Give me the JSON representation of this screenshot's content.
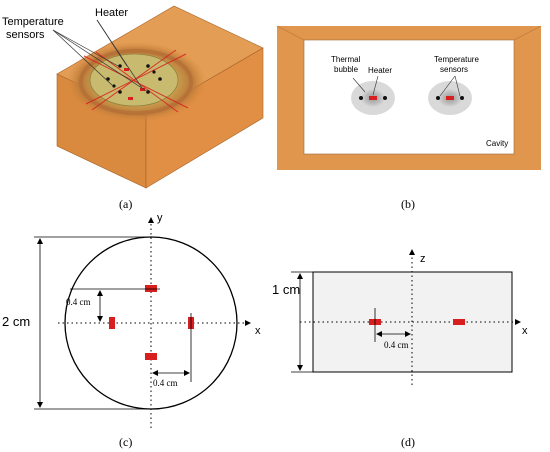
{
  "panel_a": {
    "caption": "(a)",
    "labels": {
      "heater": "Heater",
      "sensors": "Temperature\nsensors"
    }
  },
  "panel_b": {
    "caption": "(b)",
    "labels": {
      "bubble": "Thermal\nbubble",
      "heater": "Heater",
      "sensors": "Temperature\nsensors",
      "cavity": "Cavity"
    }
  },
  "panel_c": {
    "caption": "(c)",
    "axis_x": "x",
    "axis_y": "y",
    "dim_diameter": "2 cm",
    "dim_offset_v": "0.4 cm",
    "dim_offset_h": "0.4 cm"
  },
  "panel_d": {
    "caption": "(d)",
    "axis_x": "x",
    "axis_z": "z",
    "dim_height": "1 cm",
    "dim_offset_h": "0.4 cm"
  },
  "colors": {
    "substrate": "#E0964C",
    "heater_red": "#D81E1E",
    "glow_orange": "#D98A3E"
  }
}
